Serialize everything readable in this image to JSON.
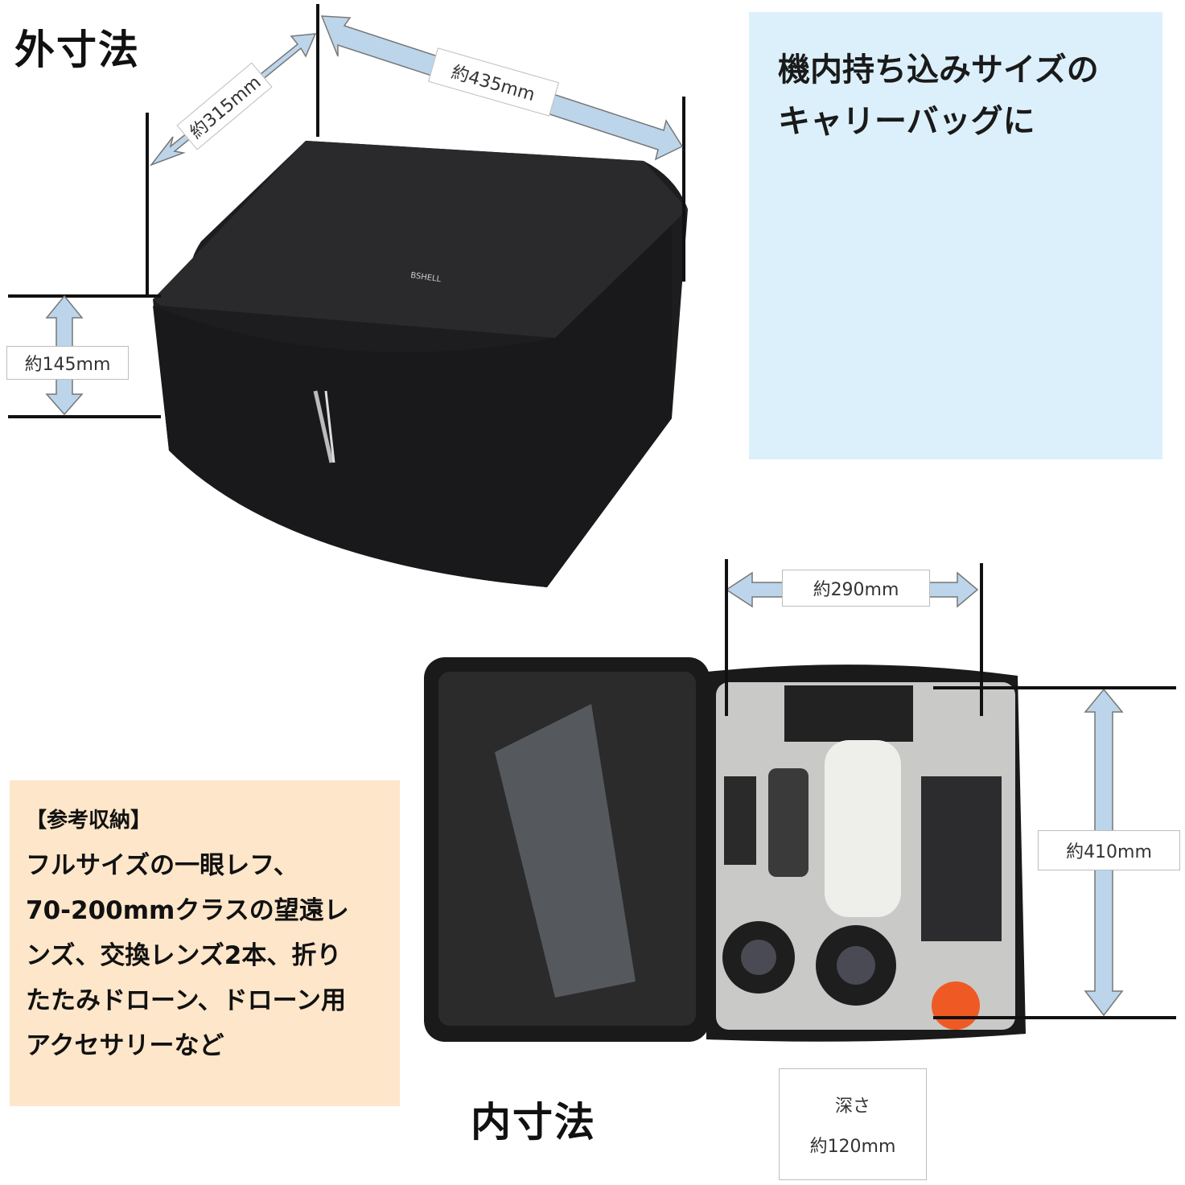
{
  "exterior": {
    "title": "外寸法",
    "width_label": "約435mm",
    "depth_label": "約315mm",
    "height_label": "約145mm",
    "brand_mark": "BSHELL"
  },
  "carry_on": {
    "line1": "機内持ち込みサイズの",
    "line2": "キャリーバッグに"
  },
  "storage_example": {
    "heading": "【参考収納】",
    "lines": [
      "フルサイズの一眼レフ、",
      "70-200mmクラスの望遠レ",
      "ンズ、交換レンズ2本、折り",
      "たたみドローン、ドローン用",
      "アクセサリーなど"
    ]
  },
  "interior": {
    "title": "内寸法",
    "width_label": "約290mm",
    "height_label": "約410mm",
    "depth_caption": "深さ",
    "depth_label": "約120mm"
  },
  "colors": {
    "arrow": "#bcd5ea",
    "bluebox": "#dcf0fb",
    "orangebox": "#fde6c9",
    "bag": "#1c1c1e"
  }
}
